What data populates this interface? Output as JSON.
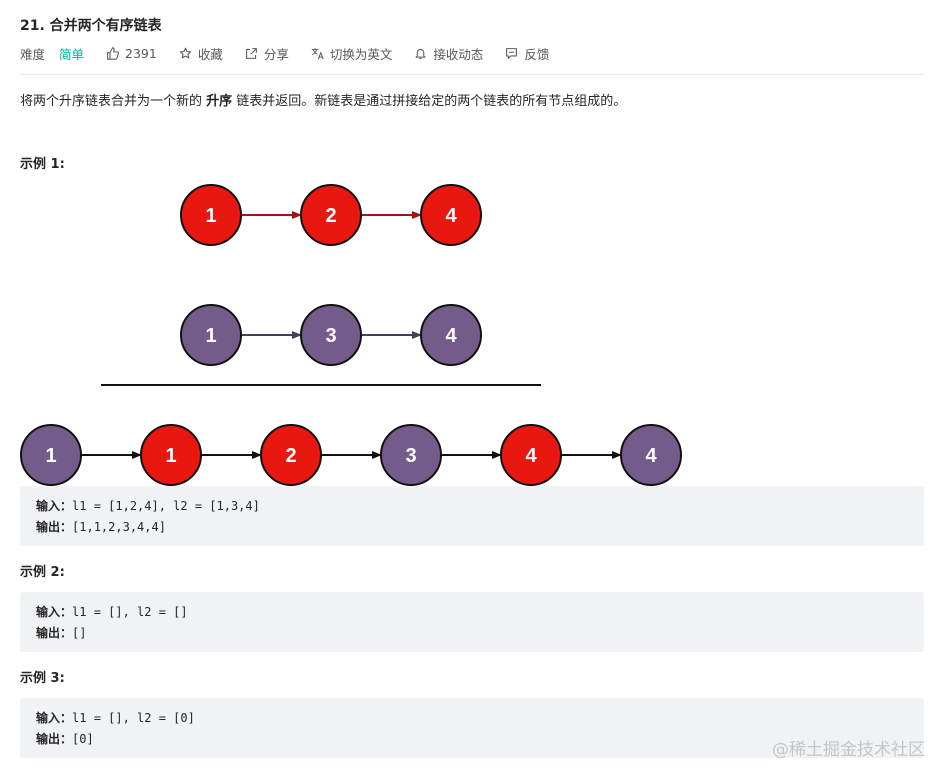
{
  "problem": {
    "title": "21. 合并两个有序链表",
    "difficulty_label": "难度",
    "difficulty_value": "简单",
    "likes": "2391",
    "collect_label": "收藏",
    "share_label": "分享",
    "switch_lang_label": "切换为英文",
    "subscribe_label": "接收动态",
    "feedback_label": "反馈"
  },
  "description": {
    "before": "将两个升序链表合并为一个新的 ",
    "bold": "升序",
    "after": " 链表并返回。新链表是通过拼接给定的两个链表的所有节点组成的。"
  },
  "diagram": {
    "list1": [
      "1",
      "2",
      "4"
    ],
    "list2": [
      "1",
      "3",
      "4"
    ],
    "merged": [
      {
        "value": "1",
        "source": "list2"
      },
      {
        "value": "1",
        "source": "list1"
      },
      {
        "value": "2",
        "source": "list1"
      },
      {
        "value": "3",
        "source": "list2"
      },
      {
        "value": "4",
        "source": "list1"
      },
      {
        "value": "4",
        "source": "list2"
      }
    ],
    "colors": {
      "list1_fill": "#e8170f",
      "list1_arrow": "#a31515",
      "list2_fill": "#735c8a",
      "list2_arrow": "#4a3d5c",
      "merged_arrow": "#111111"
    }
  },
  "examples": [
    {
      "title": "示例 1:",
      "input_label": "输入：",
      "input": "l1 = [1,2,4], l2 = [1,3,4]",
      "output_label": "输出：",
      "output": "[1,1,2,3,4,4]"
    },
    {
      "title": "示例 2:",
      "input_label": "输入：",
      "input": "l1 = [], l2 = []",
      "output_label": "输出：",
      "output": "[]"
    },
    {
      "title": "示例 3:",
      "input_label": "输入：",
      "input": "l1 = [], l2 = [0]",
      "output_label": "输出：",
      "output": "[0]"
    }
  ],
  "watermark": "@稀土掘金技术社区"
}
